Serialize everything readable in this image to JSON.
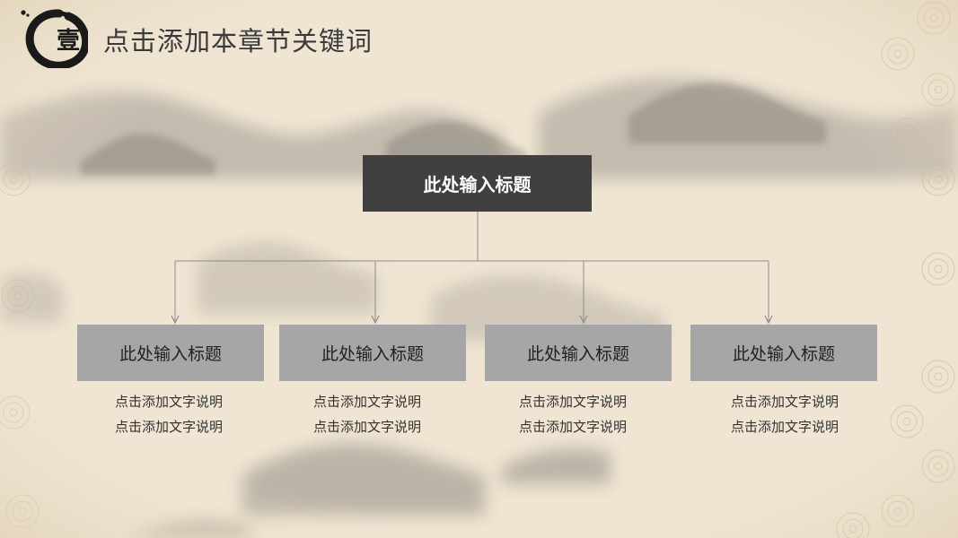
{
  "badge": {
    "char": "壹"
  },
  "header": {
    "title": "点击添加本章节关键词"
  },
  "diagram": {
    "root": {
      "label": "此处输入标题"
    },
    "children": [
      {
        "label": "此处输入标题",
        "line1": "点击添加文字说明",
        "line2": "点击添加文字说明"
      },
      {
        "label": "此处输入标题",
        "line1": "点击添加文字说明",
        "line2": "点击添加文字说明"
      },
      {
        "label": "此处输入标题",
        "line1": "点击添加文字说明",
        "line2": "点击添加文字说明"
      },
      {
        "label": "此处输入标题",
        "line1": "点击添加文字说明",
        "line2": "点击添加文字说明"
      }
    ]
  },
  "colors": {
    "background": "#efe5d2",
    "root_box": "#404040",
    "child_box": "#a6a6a6",
    "connector": "#8c8c8c"
  }
}
